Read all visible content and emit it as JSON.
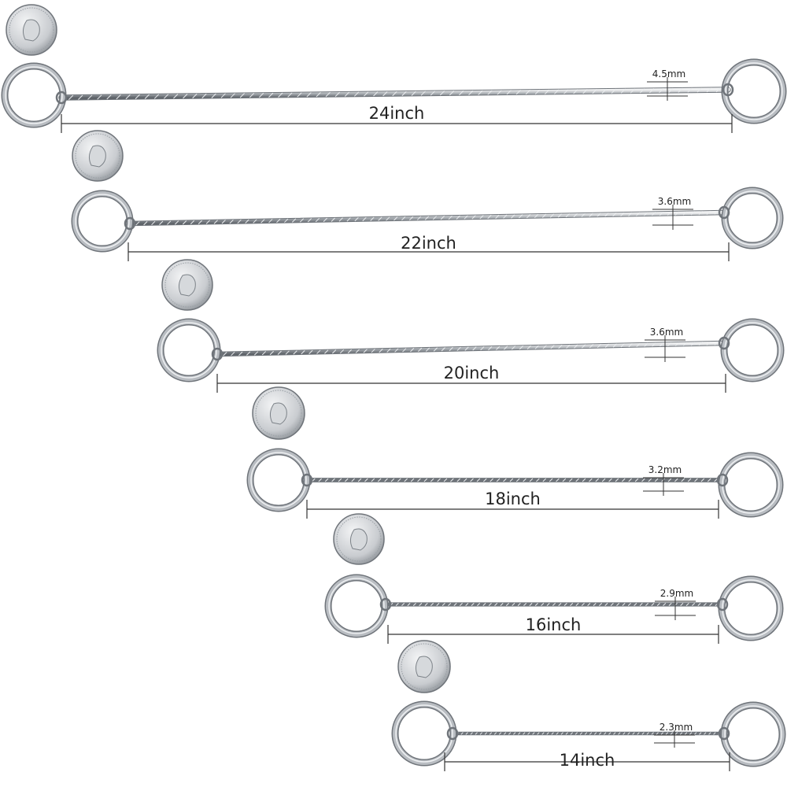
{
  "chains": [
    {
      "length_label": "24inch",
      "diameter_label": "4.5mm"
    },
    {
      "length_label": "22inch",
      "diameter_label": "3.6mm"
    },
    {
      "length_label": "20inch",
      "diameter_label": "3.6mm"
    },
    {
      "length_label": "18inch",
      "diameter_label": "3.2mm"
    },
    {
      "length_label": "16inch",
      "diameter_label": "2.9mm"
    },
    {
      "length_label": "14inch",
      "diameter_label": "2.3mm"
    }
  ],
  "colors": {
    "metal": "#b9bdc2",
    "metal_dark": "#6f747a",
    "metal_light": "#eef0f2",
    "line": "#333333"
  }
}
